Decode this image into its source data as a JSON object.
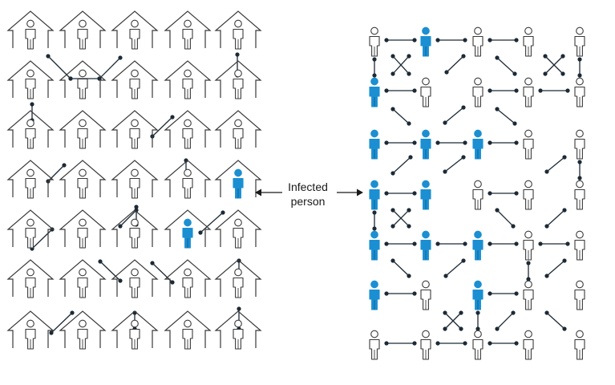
{
  "annotation": {
    "line1": "Infected",
    "line2": "person"
  },
  "colors": {
    "stroke": "#3a3a3a",
    "connector": "#1c2a36",
    "infected": "#1b8fd2",
    "text": "#1a1a1a",
    "background": "#ffffff"
  },
  "panels": {
    "households": {
      "rows": 7,
      "cols": 5,
      "infected": [
        [
          3,
          4
        ],
        [
          4,
          3
        ]
      ]
    },
    "mixing": {
      "rows": 7,
      "cols": 5,
      "infected": [
        [
          0,
          1
        ],
        [
          1,
          0
        ],
        [
          2,
          0
        ],
        [
          2,
          1
        ],
        [
          2,
          2
        ],
        [
          3,
          0
        ],
        [
          3,
          1
        ],
        [
          4,
          0
        ],
        [
          4,
          1
        ],
        [
          4,
          2
        ],
        [
          5,
          0
        ],
        [
          5,
          2
        ]
      ]
    }
  }
}
